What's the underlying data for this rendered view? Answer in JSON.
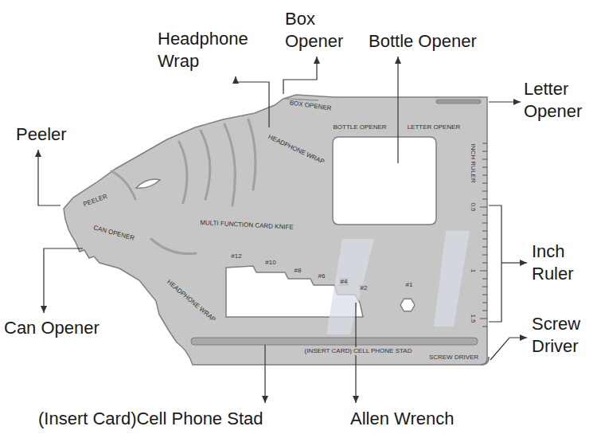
{
  "diagram": {
    "labels": [
      "Box Opener",
      "Headphone Wrap",
      "Bottle Opener",
      "Letter Opener",
      "Peeler",
      "Inch Ruler",
      "Screw Driver",
      "Can Opener",
      "(Insert Card)Cell Phone Stad",
      "Allen Wrench",
      "BOX OPENER",
      "BOTTLE OPENER",
      "LETTER OPENER",
      "INCH RULER",
      "HEADPHONE WRAP",
      "PEELER",
      "CAN OPENER",
      "MULTI FUNCTION CARD KNIFE",
      "0.5",
      "#12",
      "#10",
      "#8",
      "#6",
      "#4",
      "#2",
      "#1",
      "1",
      "HEADPHONE WRAP",
      "1.5",
      "(INSERT CARD) CELL PHONE STAD",
      "SCREW DRIVER"
    ]
  }
}
